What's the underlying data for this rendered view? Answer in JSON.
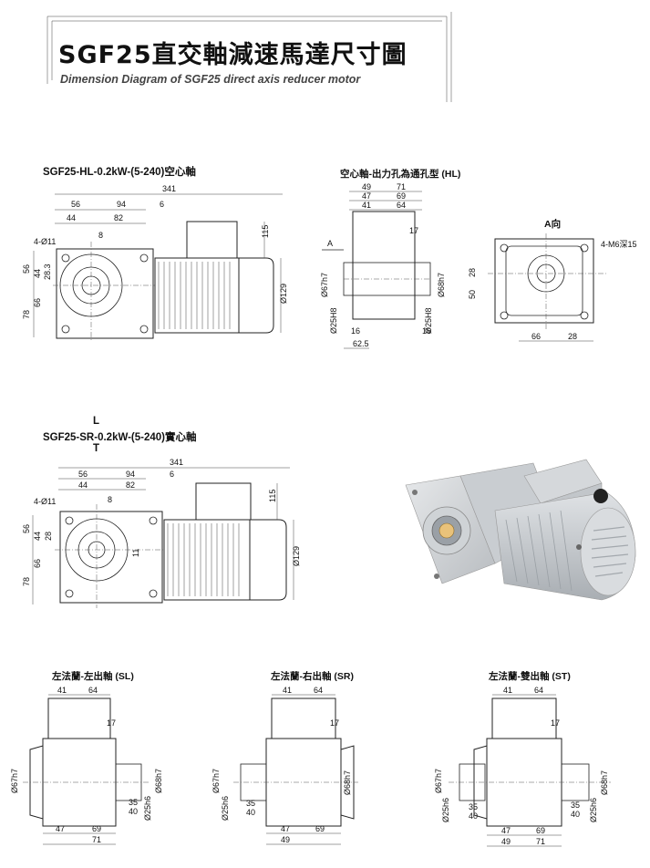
{
  "header": {
    "title": "SGF25直交軸減速馬達尺寸圖",
    "subtitle": "Dimension Diagram of SGF25 direct axis reducer motor"
  },
  "section_hl": {
    "label": "SGF25-HL-0.2kW-(5-240)空心軸",
    "dims": {
      "total": "341",
      "d56": "56",
      "d94": "94",
      "d6": "6",
      "d44": "44",
      "d82": "82",
      "d8": "8",
      "holes": "4-Ø11",
      "v56": "56",
      "v44": "44",
      "v28": "28.3",
      "v66": "66",
      "v78": "78",
      "h115": "115",
      "dia129": "Ø129"
    }
  },
  "section_hollow": {
    "label": "空心軸-出力孔為通孔型 (HL)",
    "dims": {
      "d49": "49",
      "d71": "71",
      "d47": "47",
      "d69": "69",
      "d41": "41",
      "d64": "64",
      "d17": "17",
      "arrow": "A",
      "d67": "Ø67h7",
      "d68": "Ø68h7",
      "d25a": "Ø25H8",
      "d25b": "Ø25H8",
      "d16a": "16",
      "d16b": "16",
      "d62": "62.5"
    }
  },
  "section_a": {
    "label": "A向",
    "dims": {
      "m6": "4-M6深15",
      "d28a": "28",
      "d50": "50",
      "d66": "66",
      "d28b": "28"
    }
  },
  "section_sr": {
    "label_pre": "SGF25-",
    "label_sr": "SR",
    "label_post": "-0.2kW-(5-240)實心軸",
    "label_l": "L",
    "label_t": "T",
    "dims": {
      "total": "341",
      "d56": "56",
      "d94": "94",
      "d6": "6",
      "d44": "44",
      "d82": "82",
      "d8": "8",
      "holes": "4-Ø11",
      "v56": "56",
      "v44": "44",
      "v28": "28",
      "v66": "66",
      "v78": "78",
      "h115": "115",
      "dia129": "Ø129",
      "d11": "11"
    }
  },
  "bottom": {
    "sl": {
      "label": "左法蘭-左出軸 (SL)",
      "d41": "41",
      "d64": "64",
      "d17": "17",
      "d67": "Ø67h7",
      "d68": "Ø68h7",
      "d25": "Ø25h6",
      "d35": "35",
      "d40": "40",
      "d47": "47",
      "d69": "69",
      "d71": "71"
    },
    "sr": {
      "label": "左法蘭-右出軸 (SR)",
      "d41": "41",
      "d64": "64",
      "d17": "17",
      "d67": "Ø67h7",
      "d68": "Ø68h7",
      "d25": "Ø25h6",
      "d35": "35",
      "d40": "40",
      "d47": "47",
      "d69": "69",
      "d49": "49"
    },
    "st": {
      "label": "左法蘭-雙出軸 (ST)",
      "d41": "41",
      "d64": "64",
      "d17": "17",
      "d67": "Ø67h7",
      "d68": "Ø68h7",
      "d25a": "Ø25h6",
      "d25b": "Ø25h6",
      "d35a": "35",
      "d40a": "40",
      "d35b": "35",
      "d40b": "40",
      "d47": "47",
      "d69": "69",
      "d49": "49",
      "d71": "71"
    }
  }
}
